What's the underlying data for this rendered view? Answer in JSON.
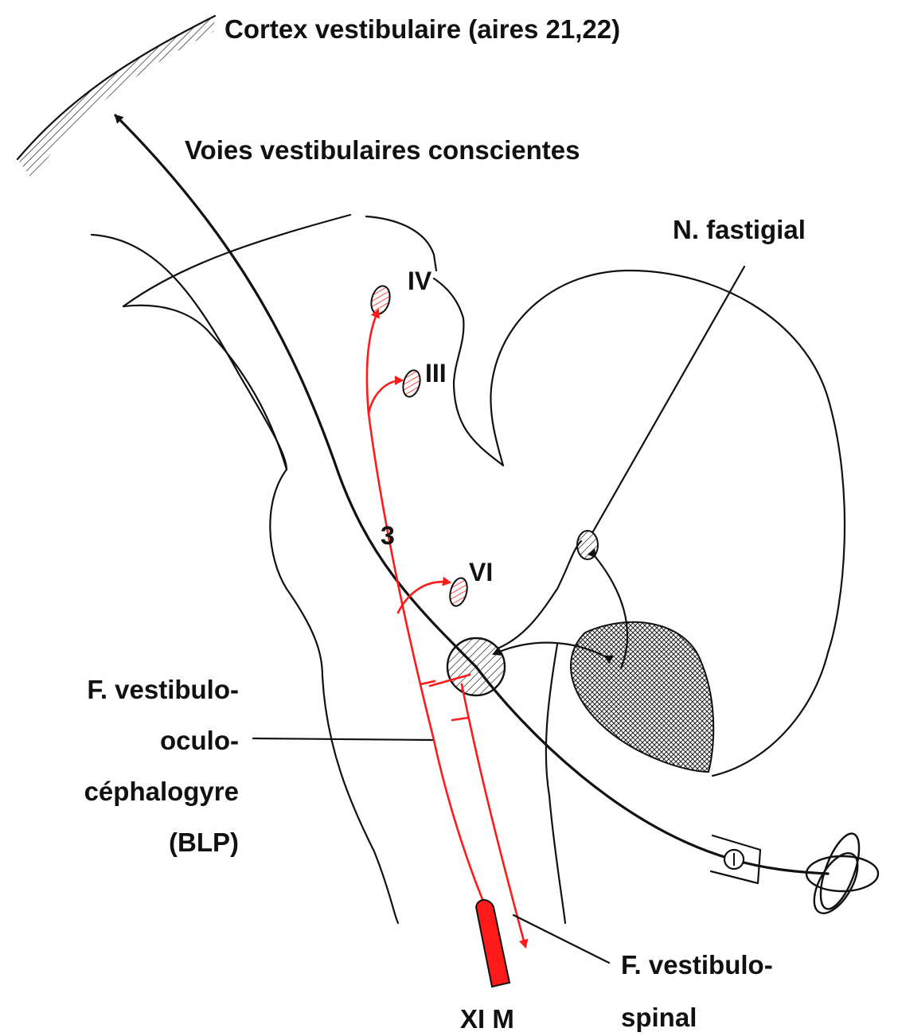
{
  "labels": {
    "cortex": "Cortex vestibulaire (aires 21,22)",
    "voies": "Voies vestibulaires conscientes",
    "fastigial": "N. fastigial",
    "iv": "IV",
    "iii": "III",
    "vi": "VI",
    "three": "3",
    "blp_line1": "F. vestibulo-",
    "blp_line2": "oculo-",
    "blp_line3": "céphalogyre",
    "blp_line4": "(BLP)",
    "xim": "XI M",
    "vs_line1": "F. vestibulo-",
    "vs_line2": "spinal"
  },
  "colors": {
    "line": "#111111",
    "pathway_red": "#ff1a1a",
    "background": "#ffffff"
  }
}
